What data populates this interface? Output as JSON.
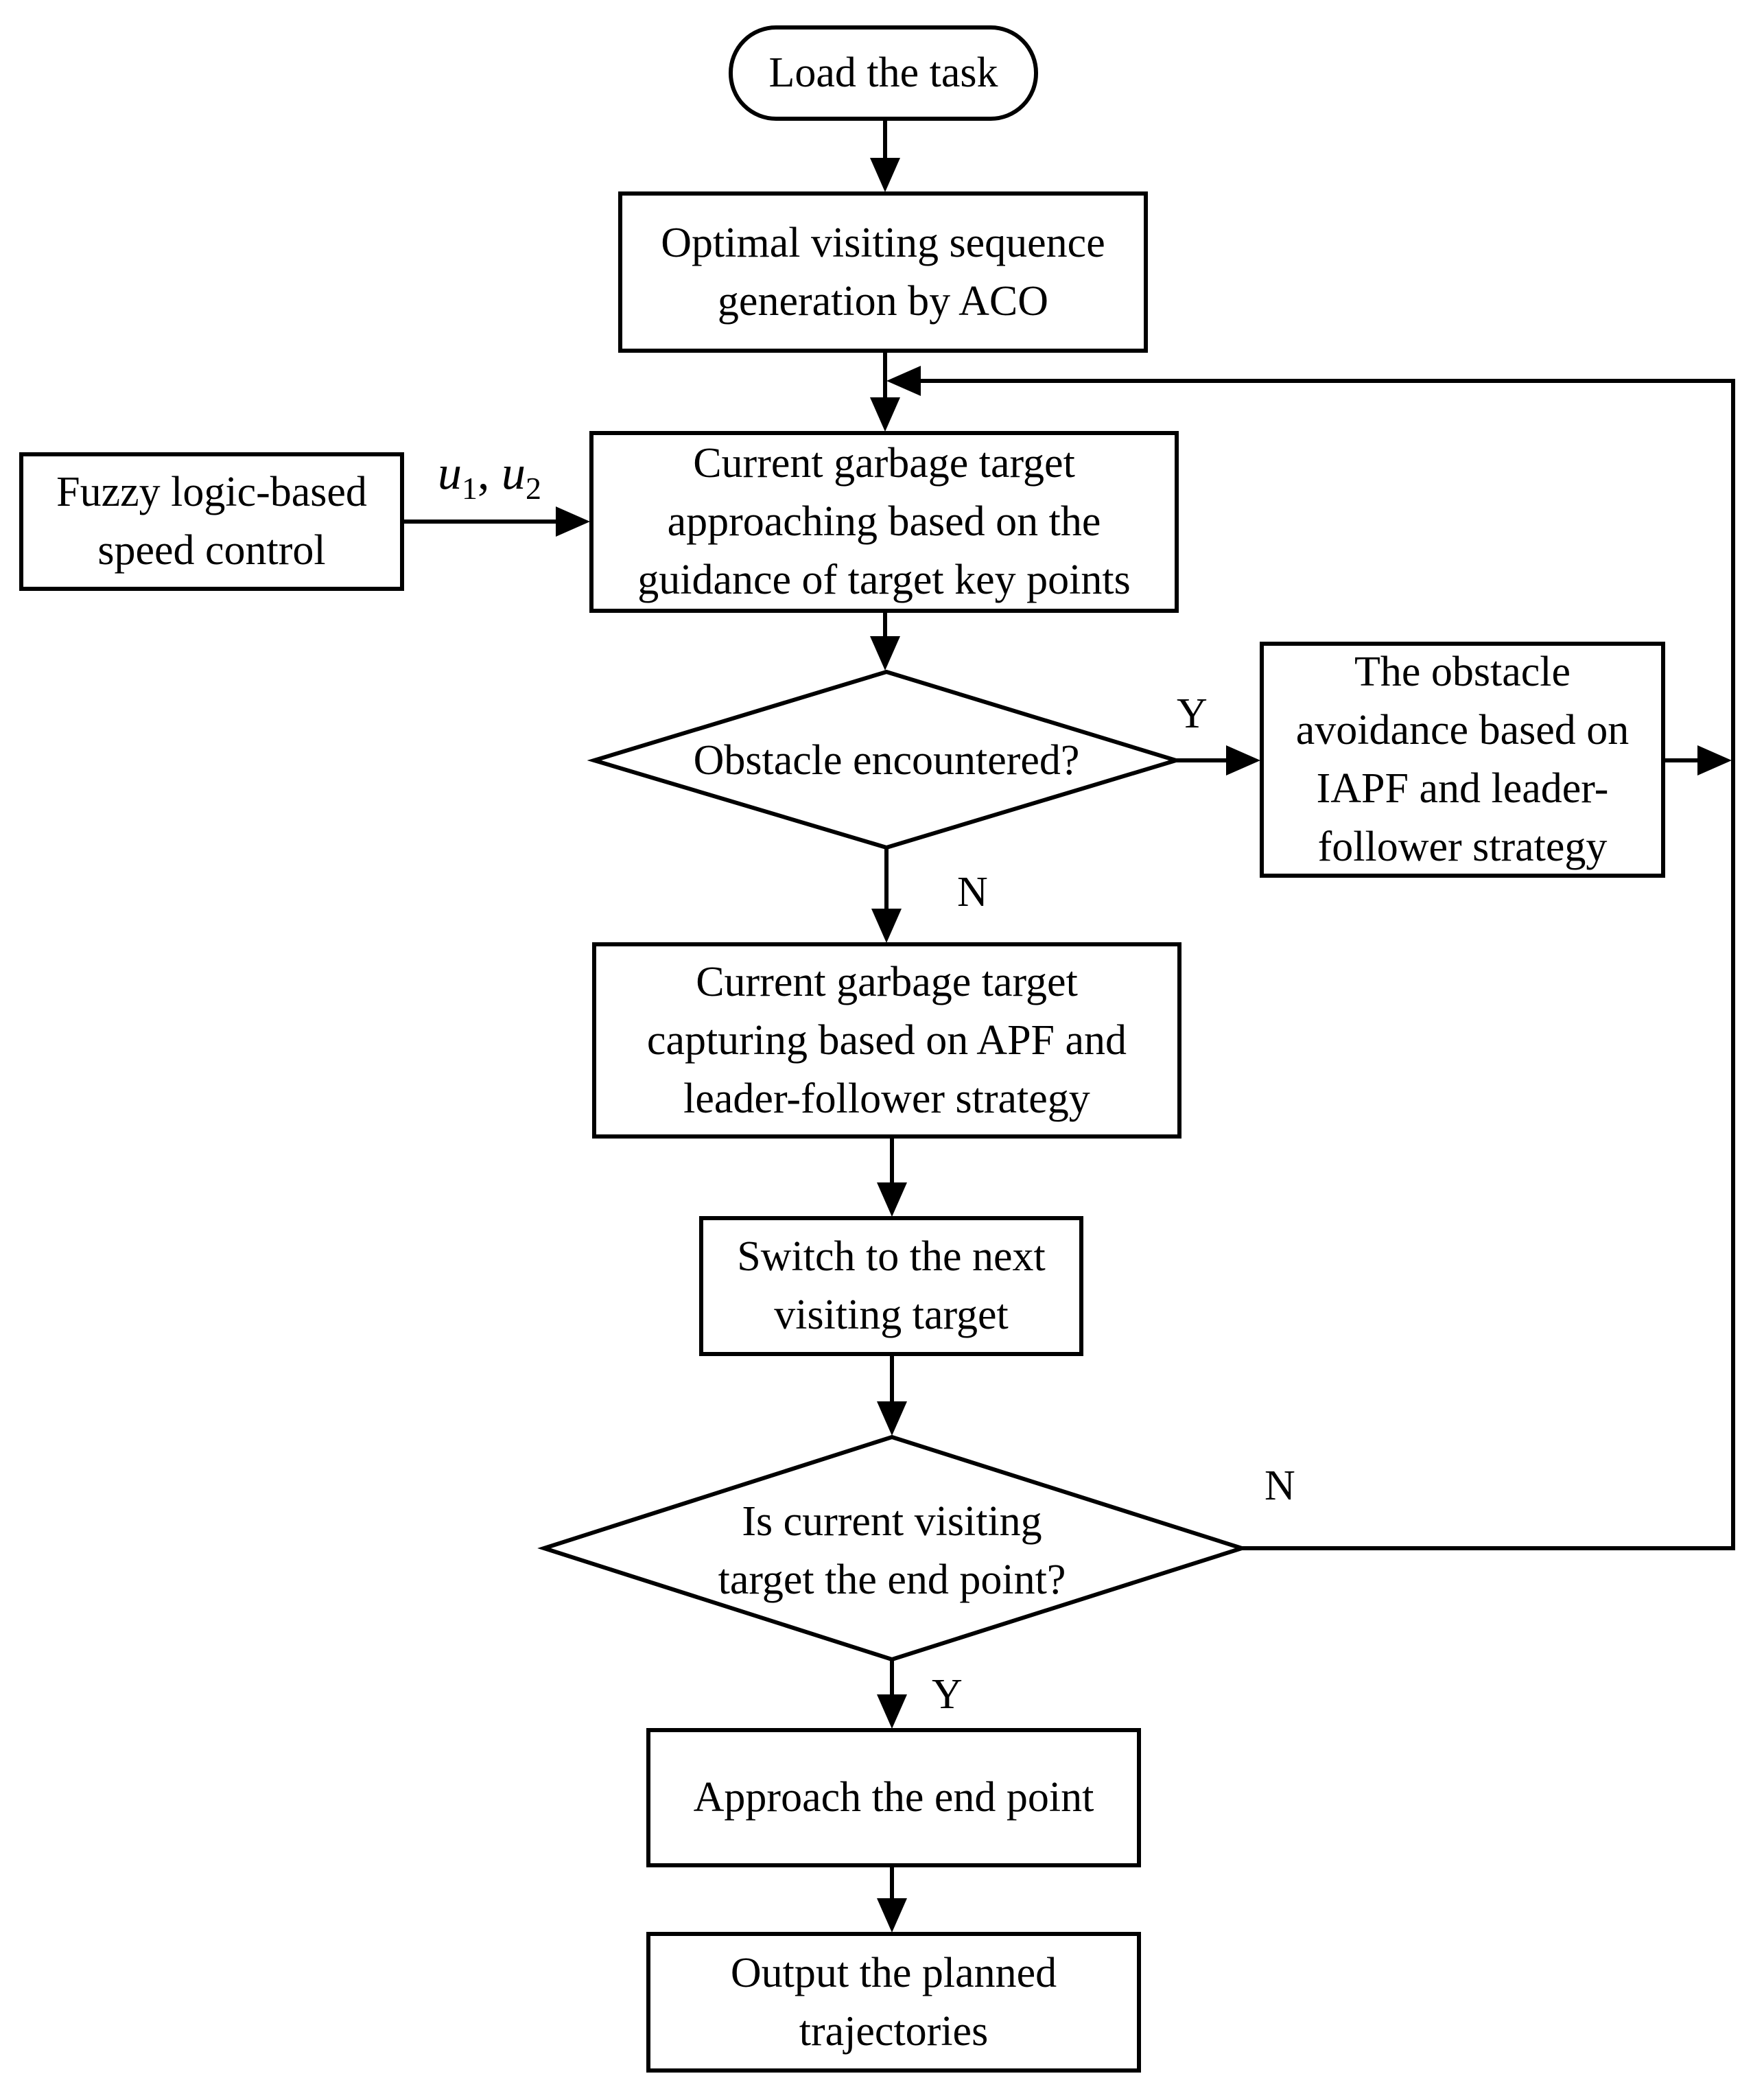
{
  "nodes": {
    "start": "Load the task",
    "aco": [
      "Optimal visiting sequence",
      "generation by ACO"
    ],
    "fuzzy": [
      "Fuzzy logic-based",
      "speed control"
    ],
    "approach_target": [
      "Current garbage target",
      "approaching based on the",
      "guidance of target key points"
    ],
    "obstacle_decision": "Obstacle encountered?",
    "avoidance": [
      "The obstacle",
      "avoidance based on",
      "IAPF and leader-",
      "follower strategy"
    ],
    "capture": [
      "Current garbage target",
      "capturing based on APF and",
      "leader-follower strategy"
    ],
    "switch": [
      "Switch to the next",
      "visiting target"
    ],
    "end_decision": [
      "Is current visiting",
      "target the end point?"
    ],
    "approach_end": "Approach the end point",
    "output": [
      "Output the planned",
      "trajectories"
    ]
  },
  "edge_labels": {
    "obstacle_yes": "Y",
    "obstacle_no": "N",
    "end_no": "N",
    "end_yes": "Y"
  },
  "speed_signals": {
    "symbol": "u",
    "sub1": "1",
    "separator": ", ",
    "sub2": "2"
  }
}
